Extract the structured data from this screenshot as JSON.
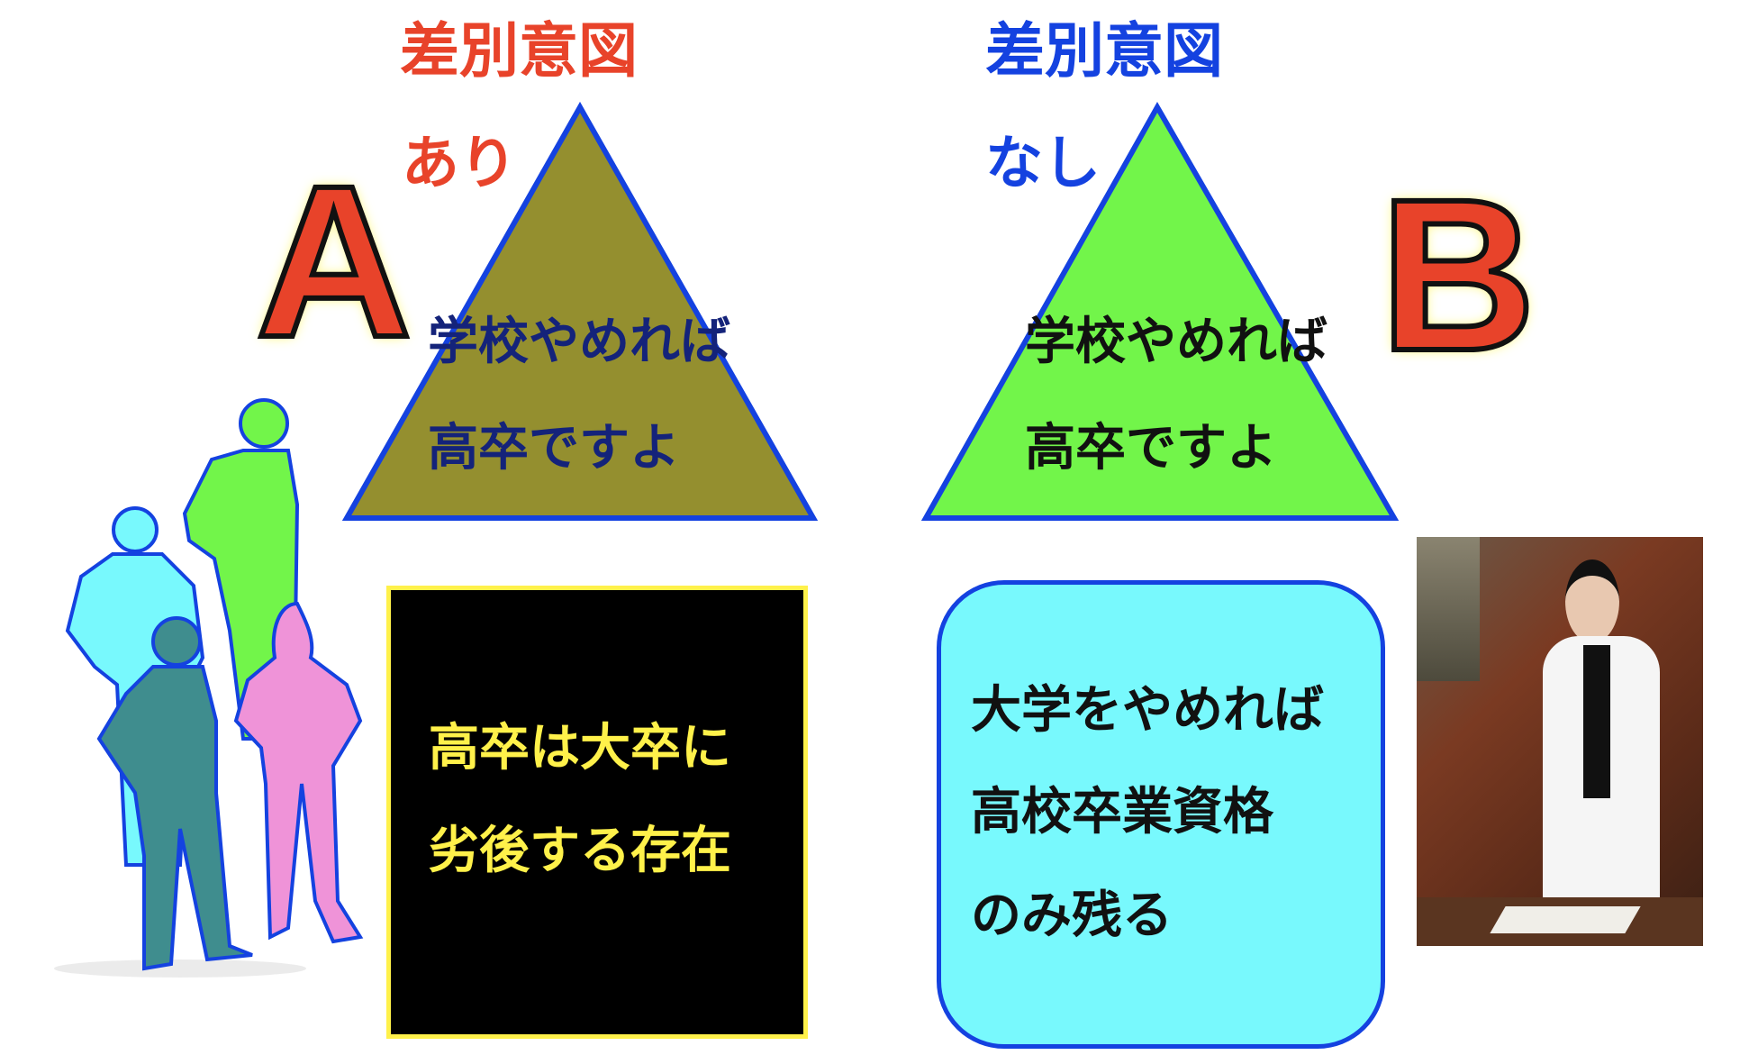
{
  "left": {
    "heading": "差別意図",
    "qualifier": "あり",
    "letter": "A",
    "triangle_line1": "学校やめれば",
    "triangle_line2": "高卒ですよ",
    "box_line1": "高卒は大卒に",
    "box_line2": "劣後する存在",
    "colors": {
      "heading": "#e8432a",
      "triangle_fill": "#948f2f",
      "triangle_stroke": "#1442e0",
      "triangle_text": "#14237a",
      "box_fill": "#000000",
      "box_border": "#fff14a",
      "box_text": "#fff14a"
    }
  },
  "right": {
    "heading": "差別意図",
    "qualifier": "なし",
    "letter": "B",
    "triangle_line1": "学校やめれば",
    "triangle_line2": "高卒ですよ",
    "box_line1": "大学をやめれば",
    "box_line2": "高校卒業資格",
    "box_line3": "のみ残る",
    "colors": {
      "heading": "#1442e0",
      "triangle_fill": "#72f54a",
      "triangle_stroke": "#1442e0",
      "triangle_text": "#111111",
      "box_fill": "#78f9fd",
      "box_border": "#1442e0",
      "box_text": "#111111"
    }
  }
}
